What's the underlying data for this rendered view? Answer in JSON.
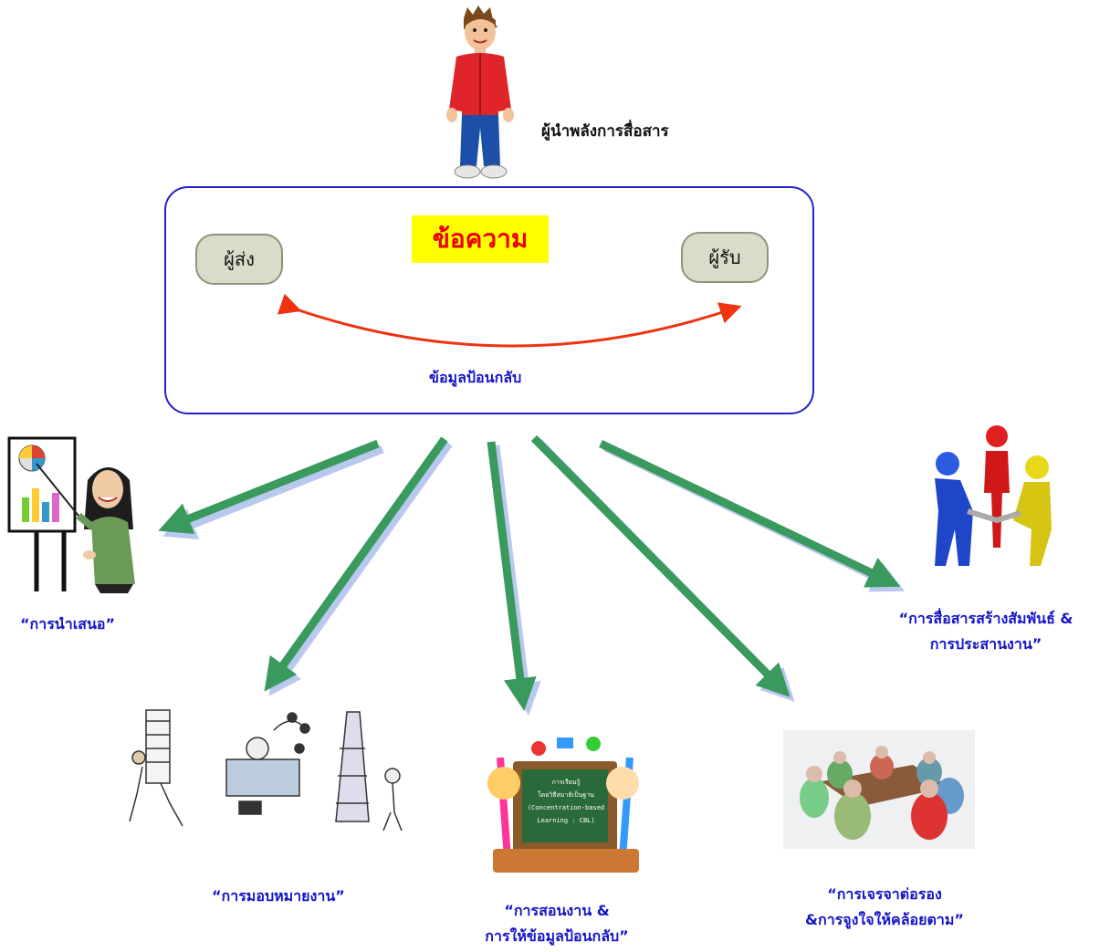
{
  "leader_label": "ผู้นำพลังการสื่อสาร",
  "message_label": "ข้อความ",
  "sender_label": "ผู้ส่ง",
  "receiver_label": "ผู้รับ",
  "feedback_label": "ข้อมูลป้อนกลับ",
  "outcomes": {
    "presentation": "“การนำเสนอ”",
    "relationship_line1": "“การสื่อสารสร้างสัมพันธ์ &",
    "relationship_line2": "การประสานงาน”",
    "delegation": "“การมอบหมายงาน”",
    "coaching_line1": "“การสอนงาน &",
    "coaching_line2": "การให้ข้อมูลป้อนกลับ”",
    "negotiation_line1": "“การเจรจาต่อรอง",
    "negotiation_line2": "&การจูงใจให้คล้อยตาม”"
  },
  "board_text": [
    "การเรียนรู้",
    "โดยวิธีสมาธิเป็นฐาน",
    "(Concentration-based",
    "Learning : CBL)"
  ],
  "colors": {
    "frame": "#2222cc",
    "arrow_green": "#3a9a5e",
    "feedback_arrow": "#ee3311",
    "label_blue": "#1414c8",
    "message_bg": "#ffff00",
    "message_text": "#ee0000"
  }
}
